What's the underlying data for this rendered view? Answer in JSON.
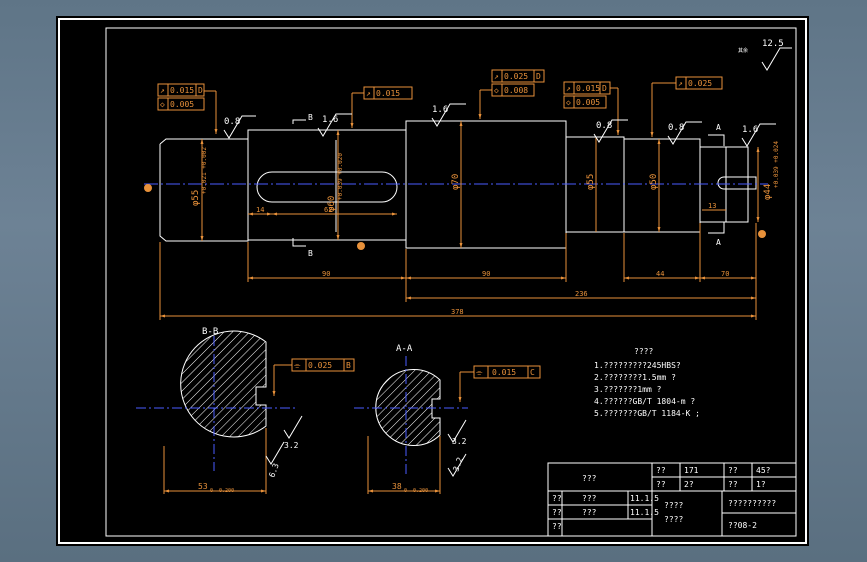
{
  "dimensions": {
    "d1": "φ55",
    "d1_tol": "+0.021 +0.002",
    "d2": "φ60",
    "d2_tol": "+0.039 +0.020",
    "d3": "φ70",
    "d4": "φ55",
    "d5": "φ50",
    "d6": "φ44",
    "d6_tol": "+0.039 +0.024",
    "key_len_a": "14",
    "key_len_b": "62",
    "small_13": "13",
    "len_90a": "90",
    "len_90b": "90",
    "len_44": "44",
    "len_70": "70",
    "len_236": "236",
    "len_378": "378",
    "sec_bb_w": "53",
    "sec_bb_tol": "0 -0.200",
    "sec_aa_w": "38",
    "sec_aa_tol": "0 -0.200"
  },
  "tolerances": {
    "runout": "0.015",
    "d_ref": "D",
    "cyl_005": "0.005",
    "mid_runout": "0.025",
    "mid_cyl": "0.008",
    "key_runout": "0.015",
    "right_runout": "0.025",
    "sym_bb": "0.025",
    "sym_bb_ref": "B",
    "sym_aa": "0.015",
    "sym_aa_ref": "C"
  },
  "roughness": {
    "r08": "0.8",
    "r16": "1.6",
    "r32": "3.2",
    "r63": "6.3",
    "general": "12.5",
    "general_note": "其余"
  },
  "section_labels": {
    "b_cut": "B",
    "a_cut": "A",
    "bb": "B-B",
    "aa": "A-A"
  },
  "notes": {
    "title": "????",
    "lines": [
      "1.?????????245HBS?",
      "2.????????1.5mm ?",
      "3.???????1mm ?",
      "4.??????GB/T 1804-m ?",
      "5.???????GB/T 1184-K ;"
    ]
  },
  "title_block": {
    "name": "???",
    "r1": [
      "??",
      "171",
      "??",
      "45?"
    ],
    "r2": [
      "??",
      "2?",
      "??",
      "1?"
    ],
    "draw": [
      "??",
      "???",
      "11.1.5"
    ],
    "check": [
      "??",
      "???",
      "11.1.5"
    ],
    "audit": "??",
    "school": [
      "????",
      "????"
    ],
    "course": "??????????",
    "drawing_no": "??08-2"
  }
}
